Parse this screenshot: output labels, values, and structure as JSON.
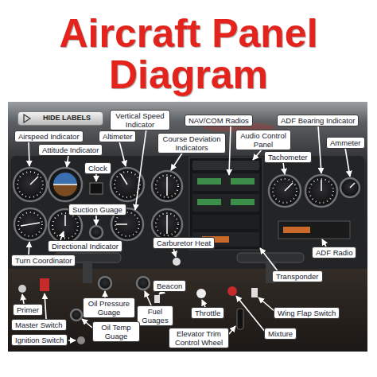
{
  "diagram": {
    "title": "Aircraft Panel Diagram",
    "nodes": [
      {
        "text": [
          "HIDE LABELS"
        ]
      },
      {
        "text": [
          "Vertical Speed Indicator"
        ]
      },
      {
        "text": [
          "NAV/COM Radios"
        ]
      },
      {
        "text": [
          "ADF Bearing Indicator"
        ]
      },
      {
        "text": [
          "Airspeed Indicator"
        ]
      },
      {
        "text": [
          "Altimeter"
        ]
      },
      {
        "text": [
          "Course Deviation Indicators"
        ]
      },
      {
        "text": [
          "Audio Control Panel"
        ]
      },
      {
        "text": [
          "Attitude Indicator"
        ]
      },
      {
        "text": [
          "Ammeter"
        ]
      },
      {
        "text": [
          "Tachometer"
        ]
      },
      {
        "text": [
          "Clock"
        ]
      },
      {
        "text": [
          "Suction Guage"
        ]
      },
      {
        "text": [
          "Directional Indicator"
        ]
      },
      {
        "text": [
          "Carburetor Heat"
        ]
      },
      {
        "text": [
          "ADF Radio"
        ]
      },
      {
        "text": [
          "Turn Coordinator"
        ]
      },
      {
        "text": [
          "Transponder"
        ]
      },
      {
        "text": [
          "Beacon"
        ]
      },
      {
        "text": [
          "Primer"
        ]
      },
      {
        "text": [
          "Oil Pressure Guage"
        ]
      },
      {
        "text": [
          "Fuel Guages"
        ]
      },
      {
        "text": [
          "Throttle"
        ]
      },
      {
        "text": [
          "Wing Flap Switch"
        ]
      },
      {
        "text": [
          "Master Switch"
        ]
      },
      {
        "text": [
          "Oil Temp Guage"
        ]
      },
      {
        "text": [
          "Elevator Trim Control Wheel"
        ]
      },
      {
        "text": [
          "Mixture"
        ]
      },
      {
        "text": [
          "Ignition Switch"
        ]
      }
    ]
  }
}
